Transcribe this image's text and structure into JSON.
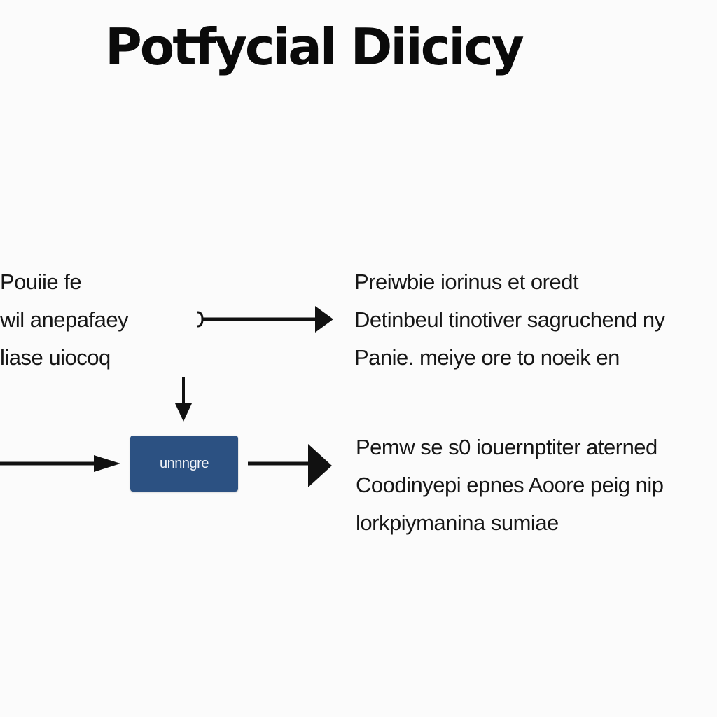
{
  "diagram": {
    "title": "Potfycial Diicicy",
    "left_block": {
      "lines": [
        "Pouiie fe",
        "wil anepafaey",
        "liase uiocoq"
      ]
    },
    "right_top_block": {
      "lines": [
        "Preiwbie iorinus et oredt",
        "Detinbeul tinotiver sagruchend ny",
        "Panie. meiye ore to noeik en"
      ]
    },
    "right_bottom_block": {
      "lines": [
        "Pemw se s0 iouernptiter aterned",
        "Coodinyepi epnes Aoore peig nip",
        "lorkpiymanina sumiae"
      ]
    },
    "process_box": {
      "label": "unnngre",
      "color": "#2c5182"
    },
    "arrow_color": "#111111"
  }
}
